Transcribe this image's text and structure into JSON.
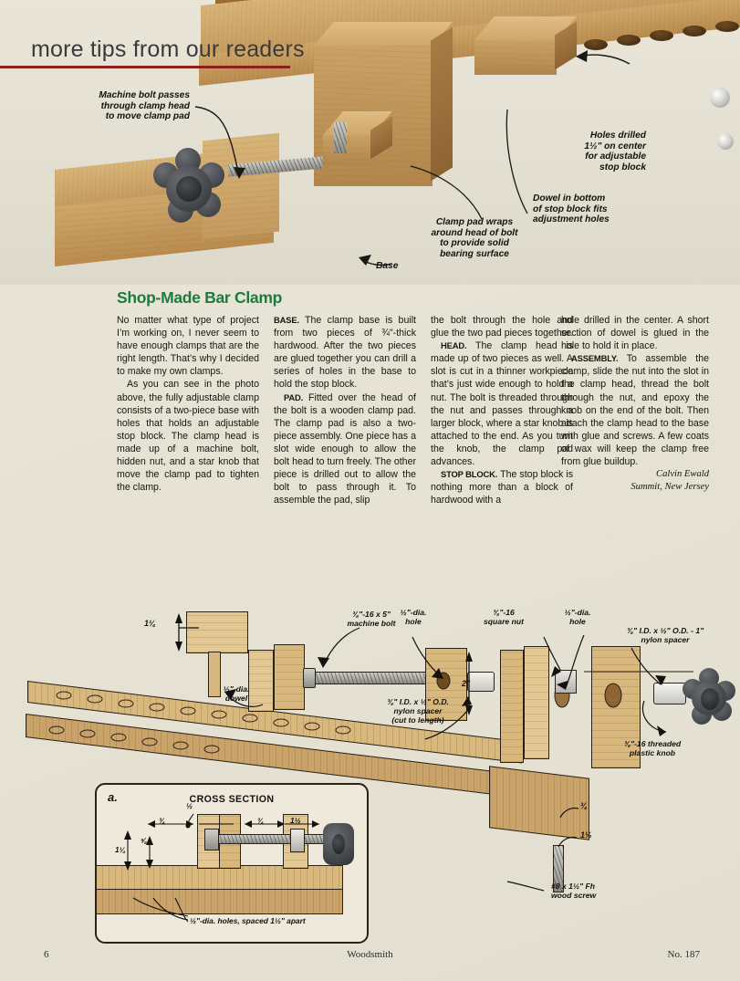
{
  "header": {
    "title": "more tips from our readers",
    "rule_color": "#8e1f17"
  },
  "photo": {
    "callouts": [
      {
        "id": "machine-bolt",
        "text": "Machine bolt passes\nthrough clamp head\nto move clamp pad"
      },
      {
        "id": "holes-drilled",
        "text": "Holes drilled\n1½\" on center\nfor adjustable\nstop block"
      },
      {
        "id": "dowel-bottom",
        "text": "Dowel in bottom\nof stop block fits\nadjustment holes"
      },
      {
        "id": "clamp-pad-wraps",
        "text": "Clamp pad wraps\naround head of bolt\nto provide solid\nbearing surface"
      },
      {
        "id": "base",
        "text": "Base"
      }
    ]
  },
  "article": {
    "headline": "Shop-Made Bar Clamp",
    "columns": [
      {
        "paragraphs": [
          {
            "runin": "",
            "text": "No matter what type of project I’m working on, I never seem to have enough clamps that are the right length. That’s why I decided to make my own clamps."
          },
          {
            "runin": "",
            "text": "As you can see in the photo above, the fully adjustable clamp consists of a two-piece base with holes that holds an adjustable stop block. The clamp head is made up of a machine bolt, hidden nut, and a star knob that move the clamp pad to tighten the clamp."
          }
        ]
      },
      {
        "paragraphs": [
          {
            "runin": "BASE.",
            "text": " The clamp base is built from two pieces of ¾\"-thick hardwood. After the two pieces are glued together you can drill a series of holes in the base to hold the stop block."
          },
          {
            "runin": "PAD.",
            "text": " Fitted over the head of the bolt is a wooden clamp pad. The clamp pad is also a two-piece assembly. One piece has a slot wide enough to allow the bolt head to turn freely. The other piece is drilled out to allow the bolt to pass through it. To assemble the pad, slip"
          }
        ]
      },
      {
        "paragraphs": [
          {
            "runin": "",
            "text": "the bolt through the hole and glue the two pad pieces together."
          },
          {
            "runin": "HEAD.",
            "text": " The clamp head is made up of two pieces as well. A slot is cut in a thinner workpiece that’s just wide enough to hold a nut. The bolt is threaded through the nut and passes through a larger block, where a star knob is attached to the end. As you turn the knob, the clamp pad advances."
          },
          {
            "runin": "STOP BLOCK.",
            "text": " The stop block is nothing more than a block of hardwood with a"
          }
        ]
      },
      {
        "paragraphs": [
          {
            "runin": "",
            "text": "hole drilled in the center. A short section of dowel is glued in the hole to hold it in place."
          },
          {
            "runin": "ASSEMBLY.",
            "text": " To assemble the clamp, slide the nut into the slot in the clamp head, thread the bolt through the nut, and epoxy the knob on the end of the bolt. Then attach the clamp head to the base with glue and screws. A few coats of wax will keep the clamp free from glue buildup."
          }
        ],
        "signature_name": "Calvin Ewald",
        "signature_place": "Summit, New Jersey"
      }
    ]
  },
  "drawing": {
    "labels": [
      {
        "id": "dim-one-quarter",
        "text": "1¼"
      },
      {
        "id": "machine-bolt-spec",
        "text": "⅜\"-16 x 5\"\nmachine bolt"
      },
      {
        "id": "half-dia-hole-1",
        "text": "½\"-dia.\nhole"
      },
      {
        "id": "square-nut",
        "text": "⅜\"-16\nsquare nut"
      },
      {
        "id": "half-dia-hole-2",
        "text": "½\"-dia.\nhole"
      },
      {
        "id": "nylon-spacer-knob",
        "text": "⅜\" I.D. x ½\" O.D. - 1\"\nnylon spacer"
      },
      {
        "id": "half-dia-dowel",
        "text": "½\"-dia.\ndowel"
      },
      {
        "id": "nylon-spacer-cut",
        "text": "⅜\" I.D. x ½\" O.D.\nnylon spacer\n(cut to length)"
      },
      {
        "id": "dim-two-inch",
        "text": "2\""
      },
      {
        "id": "plastic-knob",
        "text": "⅜\"-16 threaded\nplastic knob"
      },
      {
        "id": "dim-three-quarter",
        "text": "¾"
      },
      {
        "id": "dim-one-half",
        "text": "1½"
      },
      {
        "id": "wood-screw",
        "text": "#8 x 1½\" Fh\nwood screw"
      }
    ]
  },
  "detail": {
    "tag": "a.",
    "title": "CROSS SECTION",
    "dims": [
      {
        "id": "detail-dim-three-quarter-left",
        "text": "¾"
      },
      {
        "id": "detail-dim-half",
        "text": "½"
      },
      {
        "id": "detail-dim-three-quarter-right",
        "text": "¾"
      },
      {
        "id": "detail-dim-one-half",
        "text": "1½"
      },
      {
        "id": "detail-dim-five-eighths",
        "text": "⅝"
      },
      {
        "id": "detail-dim-one-quarter",
        "text": "1¼"
      }
    ],
    "note": "½\"-dia. holes, spaced 1½\" apart"
  },
  "footer": {
    "page": "6",
    "magazine": "Woodsmith",
    "issue": "No. 187"
  }
}
